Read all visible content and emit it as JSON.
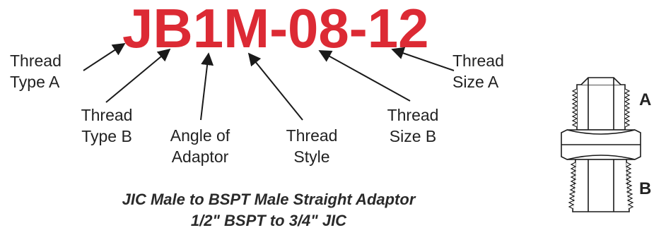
{
  "part_number": "JB1M-08-12",
  "callouts": {
    "thread_type_a": [
      "Thread",
      "Type A"
    ],
    "thread_type_b": [
      "Thread",
      "Type B"
    ],
    "angle_of_adaptor": [
      "Angle of",
      "Adaptor"
    ],
    "thread_style": [
      "Thread",
      "Style"
    ],
    "thread_size_b": [
      "Thread",
      "Size B"
    ],
    "thread_size_a": [
      "Thread",
      "Size A"
    ]
  },
  "caption": {
    "line1": "JIC Male to BSPT Male Straight Adaptor",
    "line2": "1/2\" BSPT to 3/4\" JIC"
  },
  "fitting_labels": {
    "a": "A",
    "b": "B"
  },
  "colors": {
    "part_number": "#dc2a34",
    "text": "#222222",
    "line": "#1a1a1a"
  }
}
